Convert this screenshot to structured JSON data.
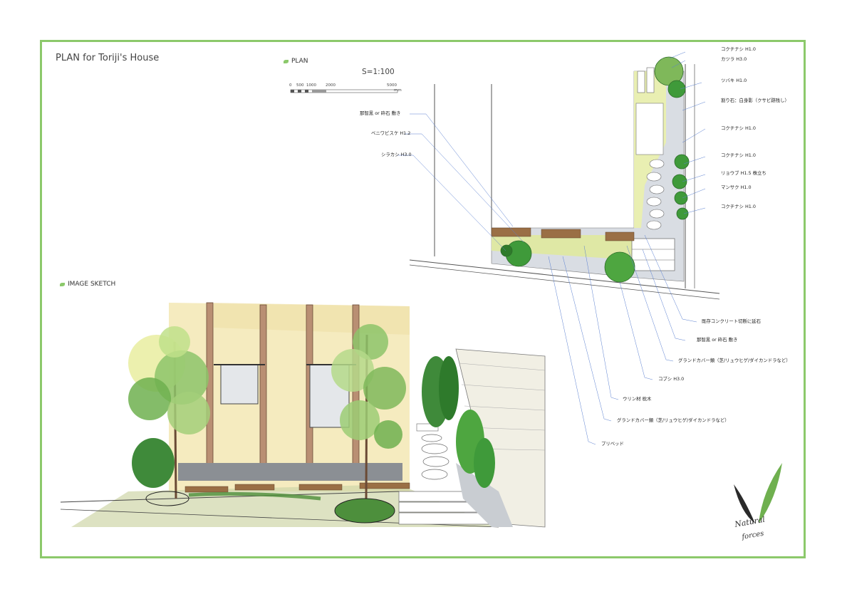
{
  "title": "PLAN for Toriji's House",
  "plan_section": "PLAN",
  "sketch_section": "IMAGE SKETCH",
  "scale_text": "S=1:100",
  "scale_ticks": [
    "0",
    "500",
    "1000",
    "2000",
    "5000"
  ],
  "scale_unit": "mm",
  "labels": {
    "l1": "コクチナシ H1.0",
    "l2": "カツラ H3.0",
    "l3": "ツバキ H1.0",
    "l4": "割り石：白身影（クサビ跡残し）",
    "l5": "コクチナシ H1.0",
    "l6": "コクチナシ H1.0",
    "l7": "リョウブ H1.5 株立ち",
    "l8": "マンサク H1.0",
    "l9": "コクチナシ H1.0",
    "l10": "既存コンクリート切断に延石",
    "l11": "那智黒 or 砕石 敷き",
    "l12": "グランドカバー類（芝/リュウヒゲ/ダイカンドラなど）",
    "l13": "コブシ H3.0",
    "l14": "ウリン材 枕木",
    "l15": "グランドカバー類（芝/リュウヒゲ/ダイカンドラなど）",
    "l16": "プリベッド",
    "l17": "那智黒 or 砕石 敷き",
    "l18": "ベニワビスケ H1.2",
    "l19": "シラカシ H3.0"
  },
  "logo_text": "Natural forces",
  "colors": {
    "frame": "#8cc96b",
    "tree": "#3f9a3a",
    "wood": "#8a6a4a",
    "wall": "#f3e6b8"
  }
}
